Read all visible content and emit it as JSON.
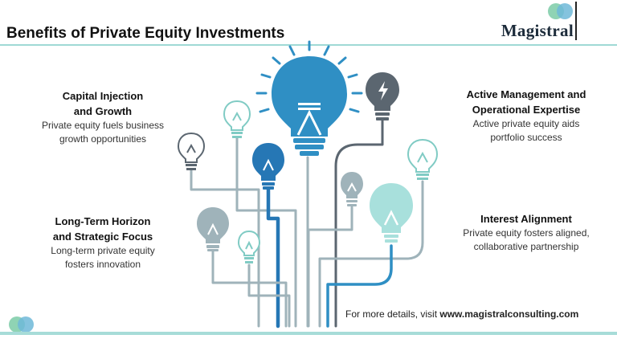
{
  "header": {
    "title": "Benefits of Private Equity Investments",
    "brand": "Magistral"
  },
  "benefits": [
    {
      "heading": "Capital Injection\nand Growth",
      "description": "Private equity fuels business\ngrowth opportunities"
    },
    {
      "heading": "Long-Term Horizon\nand Strategic Focus",
      "description": "Long-term private equity\nfosters innovation"
    },
    {
      "heading": "Active Management and\nOperational Expertise",
      "description": "Active private equity aids\nportfolio success"
    },
    {
      "heading": "Interest Alignment",
      "description": "Private equity fosters aligned,\ncollaborative partnership"
    }
  ],
  "footer": {
    "prefix": "For more details, visit",
    "url": "www.magistralconsulting.com"
  },
  "icons": [
    "logo-circles-icon",
    "lightbulb-icon",
    "lightning-bolt-icon"
  ],
  "colors": {
    "teal": "#80cbc4",
    "blue": "#2f8fc4",
    "dark_blue": "#2677b5",
    "light_teal": "#a8e0dc",
    "gray": "#5b6670",
    "line": "#9fb3ba",
    "green": "#8fd3b4"
  }
}
